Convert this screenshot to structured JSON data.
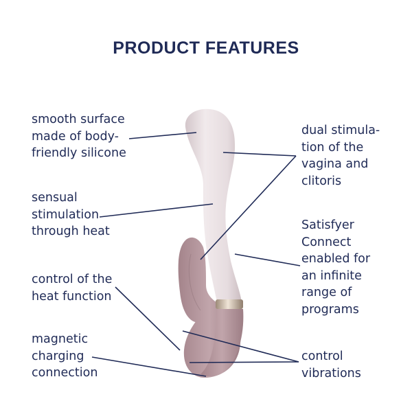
{
  "title": "PRODUCT FEATURES",
  "features": {
    "left": [
      {
        "lines": [
          "smooth surface",
          "made of body-",
          "friendly silicone"
        ]
      },
      {
        "lines": [
          "sensual",
          "stimulation",
          "through heat"
        ]
      },
      {
        "lines": [
          "control of the",
          "heat function"
        ]
      },
      {
        "lines": [
          "magnetic",
          "charging",
          "connection"
        ]
      }
    ],
    "right": [
      {
        "lines": [
          "dual stimula-",
          "tion of the",
          "vagina and",
          "clitoris"
        ]
      },
      {
        "lines": [
          "Satisfyer",
          "Connect",
          "enabled for",
          "an infinite",
          "range of",
          "programs"
        ]
      },
      {
        "lines": [
          "control",
          "vibrations"
        ]
      }
    ]
  },
  "colors": {
    "text": "#1f2a56",
    "shaft_light": "#ece4e6",
    "shaft_mid": "#d9cdd1",
    "clitoral_arm": "#b8989f",
    "metal_ring": "#c9b9a6"
  },
  "illustration": "product-image"
}
